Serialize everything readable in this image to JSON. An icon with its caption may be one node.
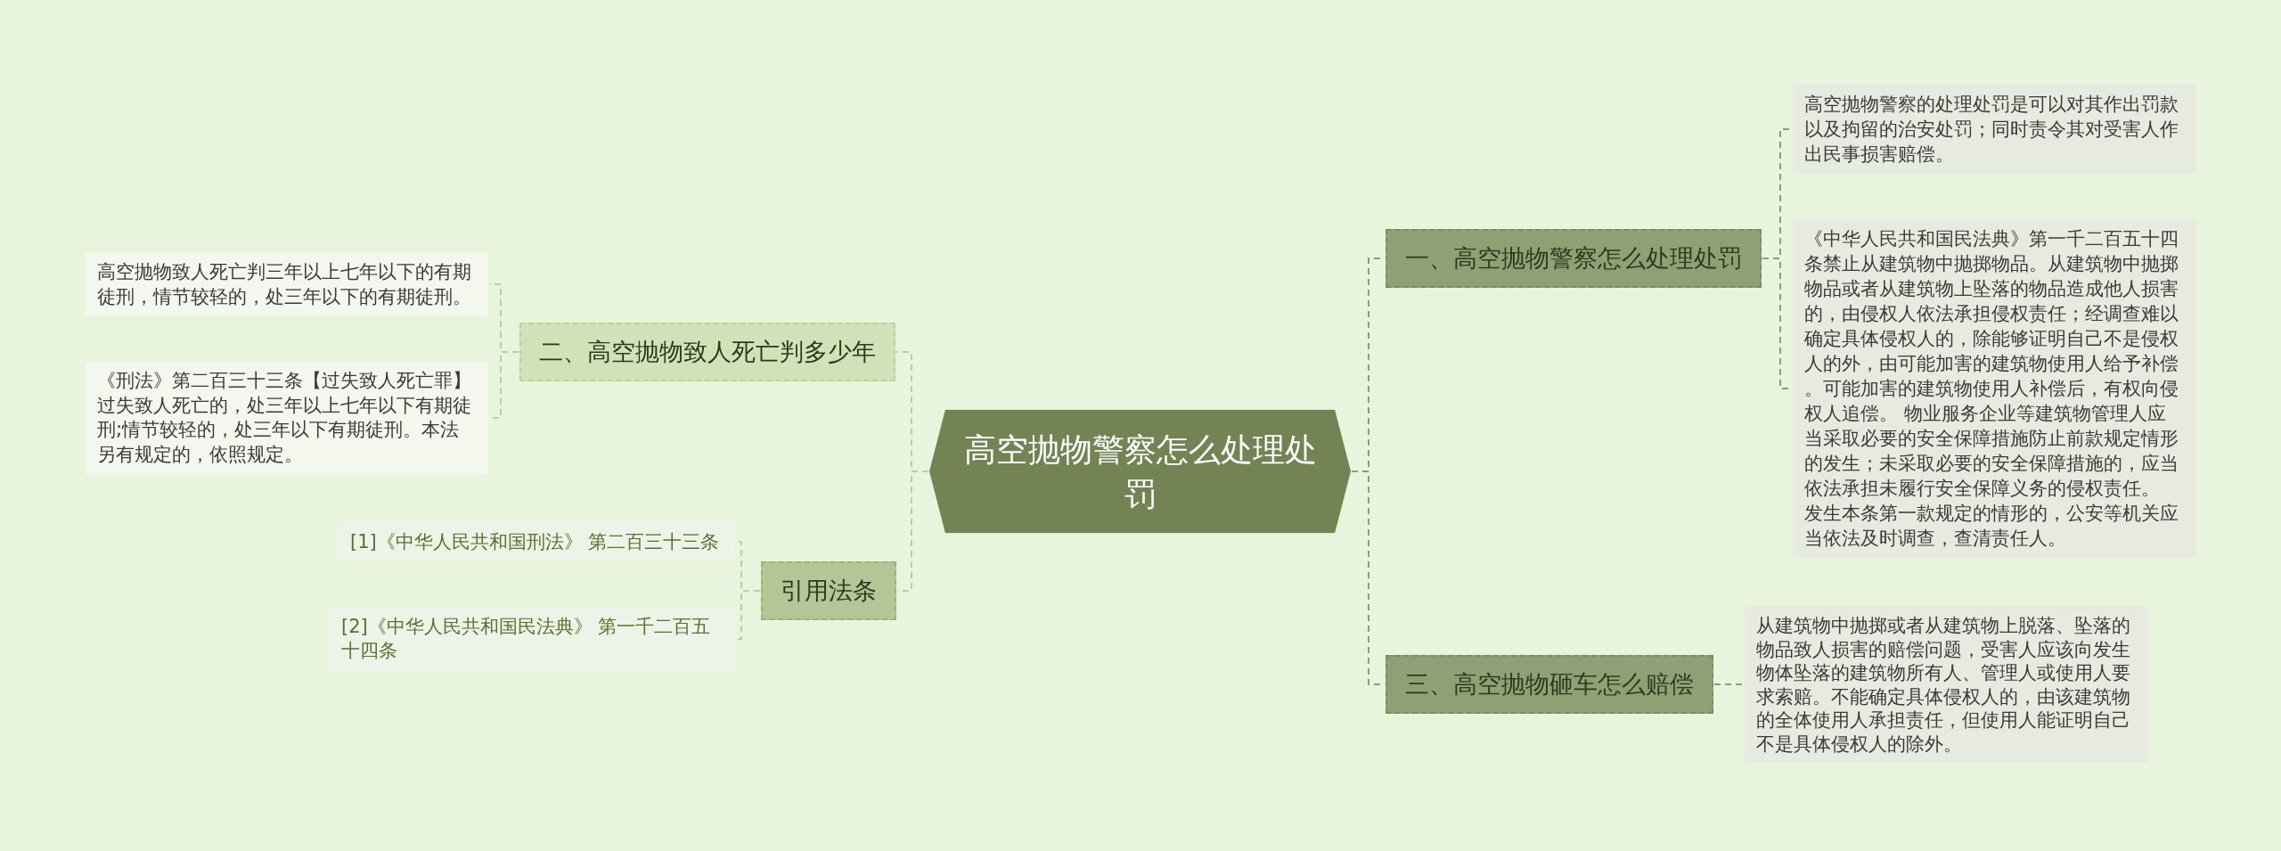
{
  "diagram": {
    "nodes": [
      {
        "text": [
          "高空抛物警察怎么处理处罚"
        ]
      },
      {
        "text": [
          "一、高空抛物警察怎么处理处罚"
        ]
      },
      {
        "text": [
          "高空抛物警察的处理处罚是可以对其作出罚款以及拘留的治安处罚；同时责令其对受害人作出民事损害赔偿。"
        ]
      },
      {
        "text": [
          "《中华人民共和国民法典》第一千二百五十四条禁止从建筑物中抛掷物品。从建筑物中抛掷物品或者从建筑物上坠落的物品造成他人损害的，由侵权人依法承担侵权责任；经调查难以确定具体侵权人的，除能够证明自己不是侵权人的外，由可能加害的建筑物使用人给予补偿。可能加害的建筑物使用人补偿后，有权向侵权人追偿。 物业服务企业等建筑物管理人应当采取必要的安全保障措施防止前款规定情形的发生；未采取必要的安全保障措施的，应当依法承担未履行安全保障义务的侵权责任。",
          "发生本条第一款规定的情形的，公安等机关应当依法及时调查，查清责任人。"
        ]
      },
      {
        "text": [
          "二、高空抛物致人死亡判多少年"
        ]
      },
      {
        "text": [
          "高空抛物致人死亡判三年以上七年以下的有期徒刑，情节较轻的，处三年以下的有期徒刑。"
        ]
      },
      {
        "text": [
          "《刑法》第二百三十三条【过失致人死亡罪】过失致人死亡的，处三年以上七年以下有期徒刑;情节较轻的，处三年以下有期徒刑。本法另有规定的，依照规定。"
        ]
      },
      {
        "text": [
          "三、高空抛物砸车怎么赔偿"
        ]
      },
      {
        "text": [
          "从建筑物中抛掷或者从建筑物上脱落、坠落的物品致人损害的赔偿问题，受害人应该向发生物体坠落的建筑物所有人、管理人或使用人要求索赔。不能确定具体侵权人的，由该建筑物的全体使用人承担责任，但使用人能证明自己不是具体侵权人的除外。"
        ]
      },
      {
        "text": [
          "引用法条"
        ]
      },
      {
        "text": [
          "[1]《中华人民共和国刑法》 第二百三十三条"
        ]
      },
      {
        "text": [
          "[2]《中华人民共和国民法典》 第一千二百五十四条"
        ]
      }
    ],
    "edges": [
      {
        "from": 0,
        "to": 1,
        "arrow": "none",
        "style": "dashed",
        "color": "#8f9c7b"
      },
      {
        "from": 1,
        "to": 2,
        "arrow": "none",
        "style": "dashed",
        "color": "#8f9c7b"
      },
      {
        "from": 1,
        "to": 3,
        "arrow": "none",
        "style": "dashed",
        "color": "#8f9c7b"
      },
      {
        "from": 0,
        "to": 4,
        "arrow": "none",
        "style": "dashed"
      },
      {
        "from": 4,
        "to": 5,
        "arrow": "none",
        "style": "dashed"
      },
      {
        "from": 4,
        "to": 6,
        "arrow": "none",
        "style": "dashed"
      },
      {
        "from": 0,
        "to": 7,
        "arrow": "none",
        "style": "dashed",
        "color": "#8f9c7b"
      },
      {
        "from": 7,
        "to": 8,
        "arrow": "none",
        "style": "dashed",
        "color": "#8f9c7b"
      },
      {
        "from": 0,
        "to": 9,
        "arrow": "none",
        "style": "dashed"
      },
      {
        "from": 9,
        "to": 10,
        "arrow": "none",
        "style": "dashed"
      },
      {
        "from": 9,
        "to": 11,
        "arrow": "none",
        "style": "dashed"
      }
    ]
  }
}
